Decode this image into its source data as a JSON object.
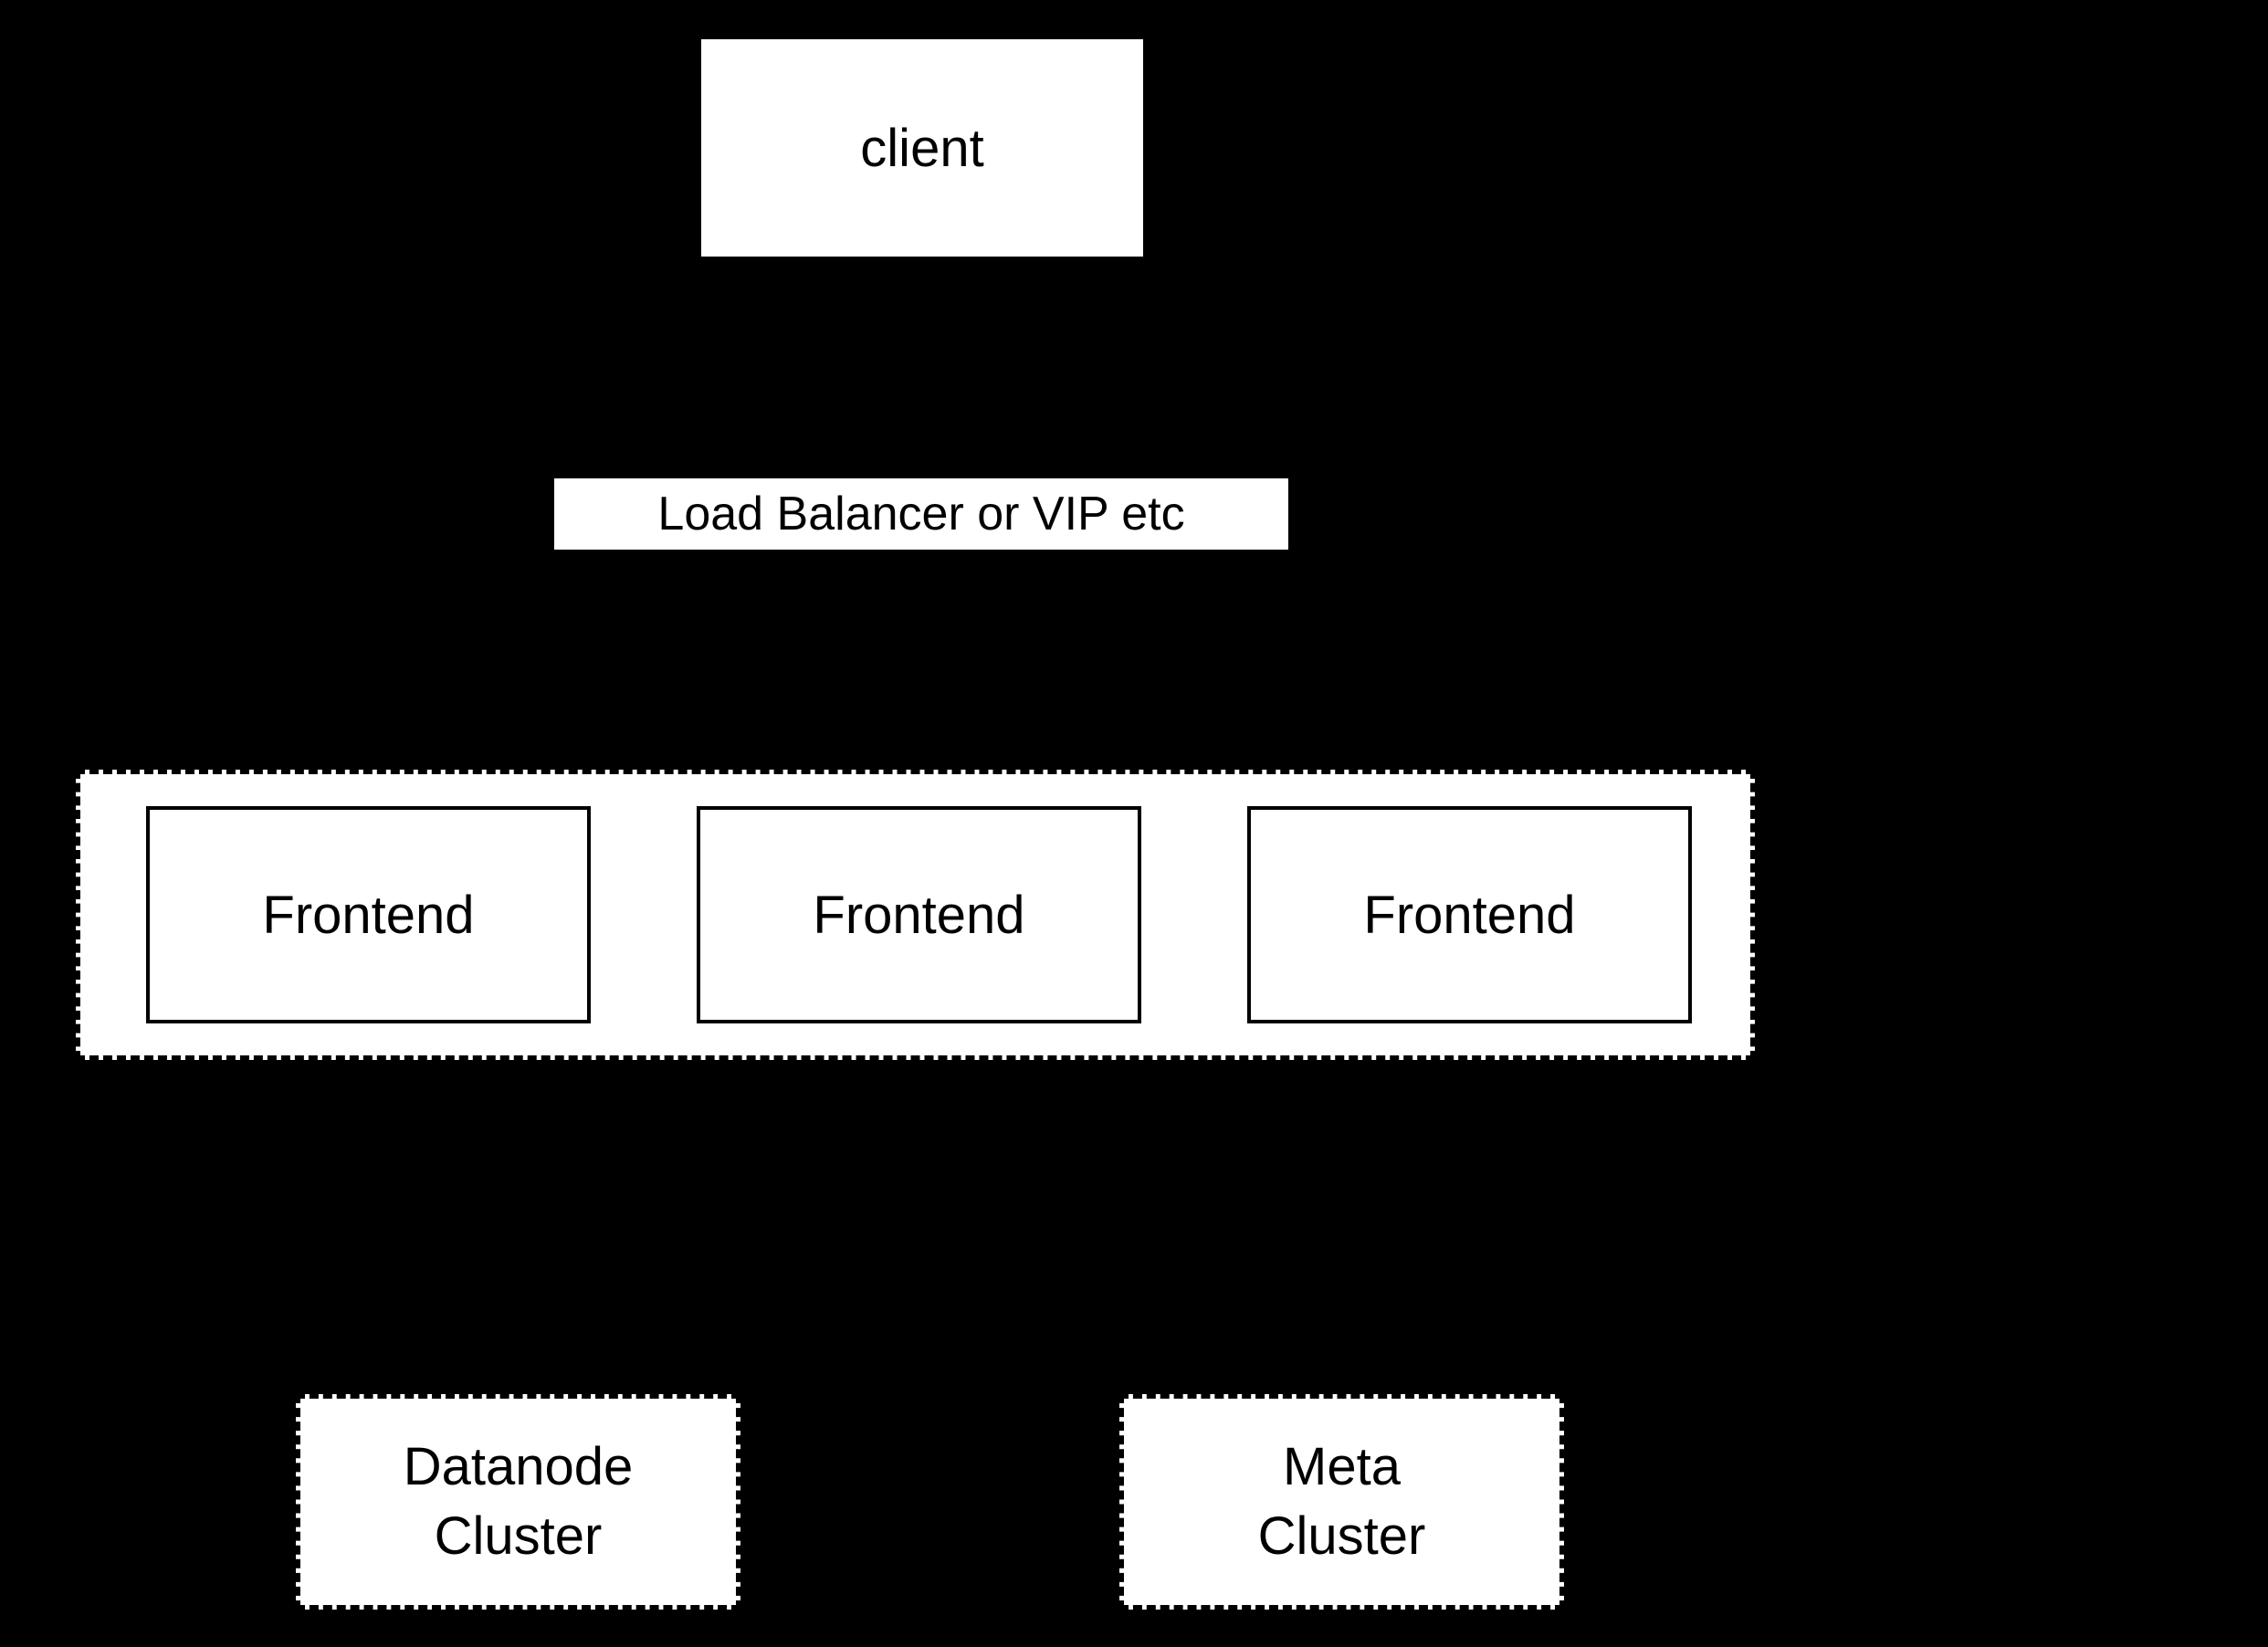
{
  "diagram": {
    "background_color": "#000000",
    "node_fill_color": "#ffffff",
    "node_text_color": "#000000",
    "border_color": "#000000",
    "nodes": {
      "client": {
        "label": "client"
      },
      "load_balancer": {
        "label": "Load Balancer or VIP etc"
      },
      "frontend_group": {
        "frontends": [
          {
            "label": "Frontend"
          },
          {
            "label": "Frontend"
          },
          {
            "label": "Frontend"
          }
        ]
      },
      "datanode_cluster": {
        "label_line1": "Datanode",
        "label_line2": "Cluster"
      },
      "meta_cluster": {
        "label_line1": "Meta",
        "label_line2": "Cluster"
      }
    }
  }
}
